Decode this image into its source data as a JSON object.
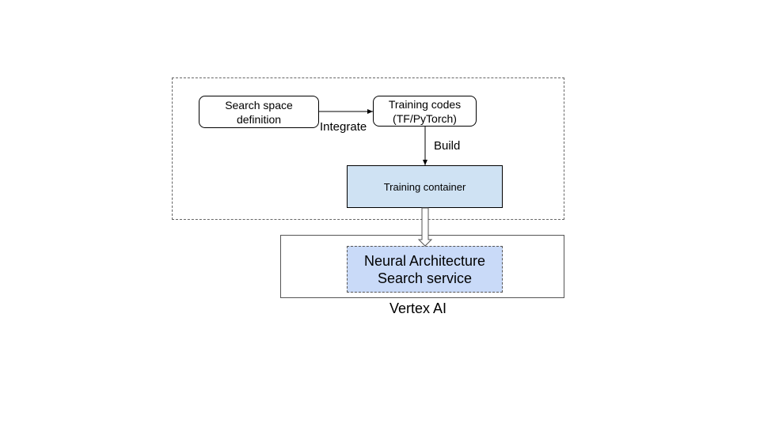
{
  "nodes": {
    "search_space": "Search space\ndefinition",
    "training_codes": "Training codes\n(TF/PyTorch)",
    "training_container": "Training container",
    "nas_service": "Neural Architecture\nSearch service"
  },
  "edges": {
    "integrate": "Integrate",
    "build": "Build"
  },
  "platform": {
    "label": "Vertex AI"
  },
  "colors": {
    "container_fill": "#cfe2f3",
    "service_fill": "#c9daf8",
    "stroke": "#000000",
    "dashed_border": "#666666"
  }
}
